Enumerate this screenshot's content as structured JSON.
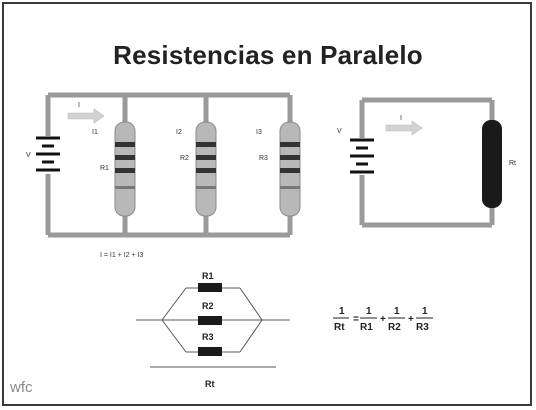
{
  "title": "Resistencias en Paralelo",
  "watermark": "wfc",
  "left_circuit": {
    "voltage_label": "V",
    "current_label": "I",
    "resistor_labels": [
      {
        "top": "R1",
        "side": "I1"
      },
      {
        "top": "R2",
        "side": "I2"
      },
      {
        "top": "R3",
        "side": "I3"
      }
    ],
    "equation": "I = I1 + I2 + I3"
  },
  "right_circuit": {
    "voltage_label": "V",
    "current_label": "I",
    "resistor_label": "Rt"
  },
  "schematic": {
    "labels": [
      "R1",
      "R2",
      "R3"
    ],
    "total_label": "Rt"
  },
  "formula": {
    "lhs": {
      "num": "1",
      "den": "Rt"
    },
    "terms": [
      {
        "num": "1",
        "den": "R1"
      },
      {
        "num": "1",
        "den": "R2"
      },
      {
        "num": "1",
        "den": "R3"
      }
    ],
    "equals": "=",
    "plus": "+"
  },
  "colors": {
    "wire": "#9a9a9a",
    "arrow": "#c8c8c8",
    "resistor_body": "#b8b8b8",
    "band_dark": "#333333",
    "rt_body": "#1a1a1a"
  }
}
